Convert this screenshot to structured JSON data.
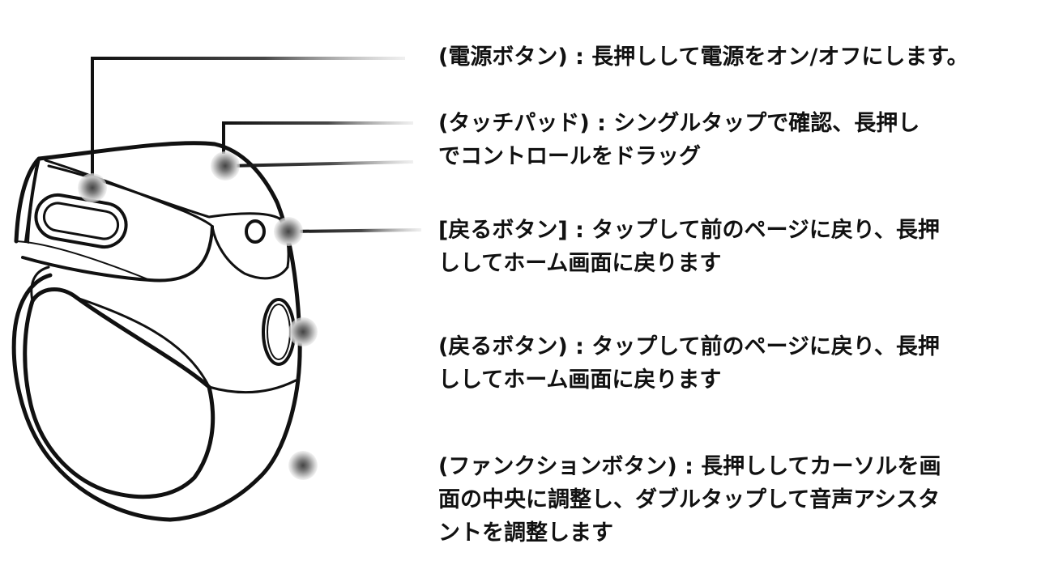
{
  "callouts": [
    {
      "id": "power",
      "lines": [
        "(電源ボタン) : 長押しして電源をオン/オフにします。"
      ]
    },
    {
      "id": "touchpad",
      "lines": [
        "(タッチパッド) : シングルタップで確認、長押し",
        "でコントロールをドラッグ"
      ]
    },
    {
      "id": "back1",
      "lines": [
        "[戻るボタン] : タップして前のページに戻り、長押",
        "ししてホーム画面に戻ります"
      ]
    },
    {
      "id": "back2",
      "lines": [
        "(戻るボタン) : タップして前のページに戻り、長押",
        "ししてホーム画面に戻ります"
      ]
    },
    {
      "id": "function",
      "lines": [
        "(ファンクションボタン) : 長押ししてカーソルを画",
        "面の中央に調整し、ダブルタップして音声アシスタ",
        "ントを調整します"
      ]
    }
  ],
  "colors": {
    "outline": "#111111",
    "text": "#111111",
    "marker": "#9a9a9a",
    "background": "#ffffff"
  }
}
